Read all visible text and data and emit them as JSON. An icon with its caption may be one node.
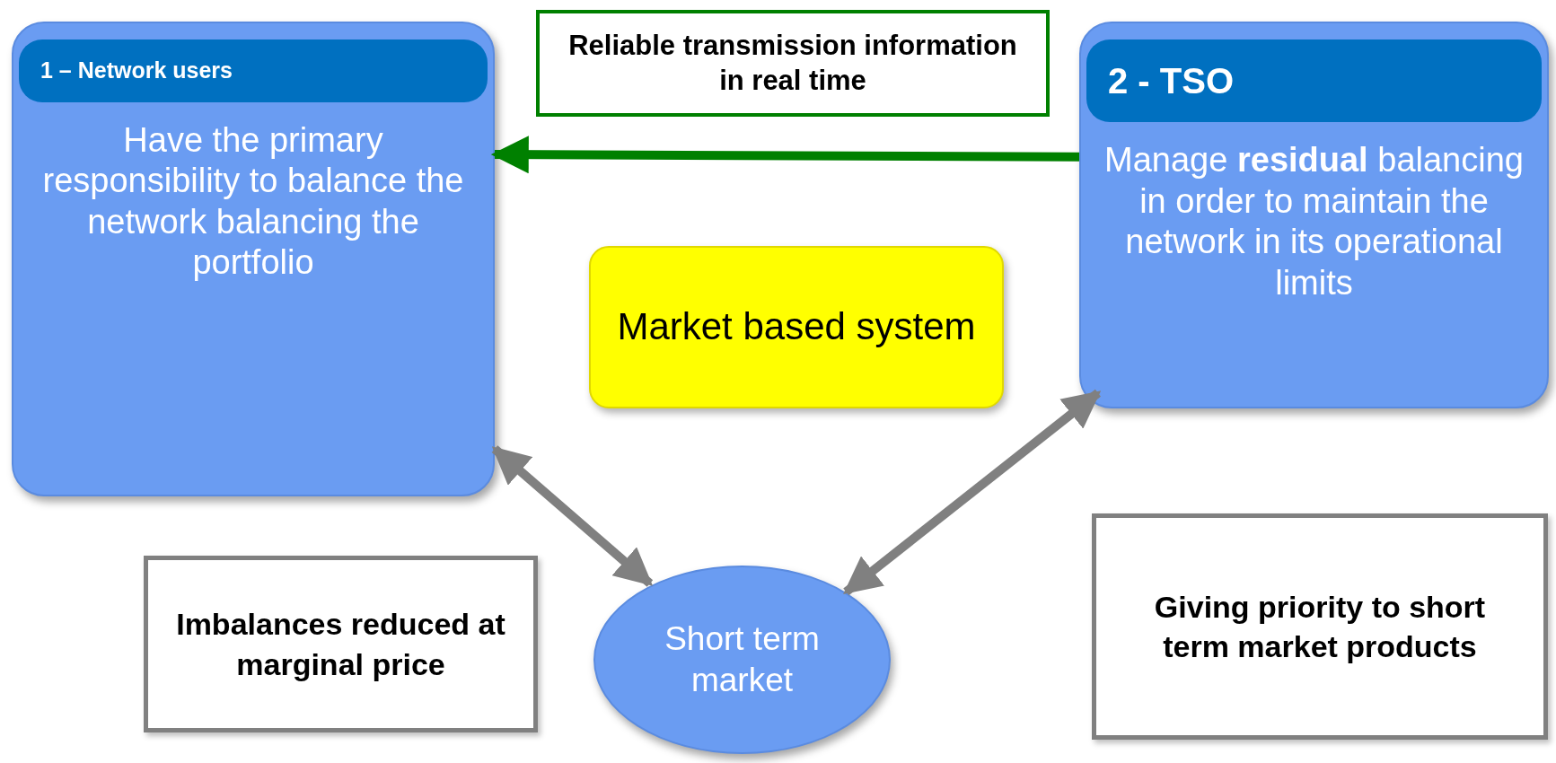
{
  "diagram": {
    "nodes": [
      {
        "text": [
          "1 – Network users",
          "Have the primary responsibility to balance the network balancing the portfolio"
        ]
      },
      {
        "text": [
          "2 - TSO",
          "Manage **residual** balancing in order to maintain the network in its operational limits"
        ]
      },
      {
        "text": [
          "Reliable transmission information in real time"
        ]
      },
      {
        "text": [
          "Market based system"
        ]
      },
      {
        "text": [
          "Short term market"
        ]
      },
      {
        "text": [
          "Imbalances reduced at marginal price"
        ]
      },
      {
        "text": [
          "Giving priority to short term market products"
        ]
      }
    ],
    "edges": [
      {
        "from": 1,
        "to": 0,
        "arrow": "to",
        "color": "#008000"
      },
      {
        "from": 0,
        "to": 4,
        "arrow": "both"
      },
      {
        "from": 1,
        "to": 4,
        "arrow": "both"
      }
    ]
  }
}
